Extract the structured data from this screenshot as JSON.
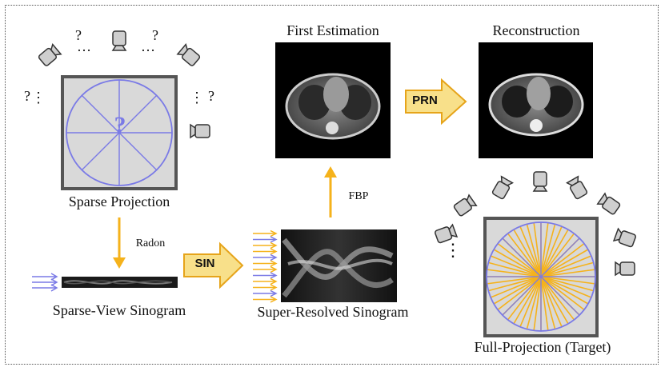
{
  "labels": {
    "sparse_projection": "Sparse Projection",
    "sparse_view_sinogram": "Sparse-View Sinogram",
    "super_resolved_sinogram": "Super-Resolved Sinogram",
    "first_estimation": "First Estimation",
    "reconstruction": "Reconstruction",
    "full_projection": "Full-Projection (Target)",
    "radon": "Radon",
    "fbp": "FBP",
    "sin": "SIN",
    "prn": "PRN"
  },
  "unknown_marks": {
    "question": "?",
    "ellipsis": "…",
    "center_question": "?",
    "dots": "⋮"
  },
  "icons": [
    "camera-icon",
    "arrow-icon",
    "ct-scan-image",
    "sinogram-image"
  ],
  "colors": {
    "projection_lines": "#7a7ae6",
    "full_rays": "#f5b21b",
    "arrow_fill": "#f8e08a",
    "arrow_stroke": "#e6a41a",
    "panel_fill": "#d9d9d9",
    "panel_border": "#555555",
    "camera_fill": "#c8c8c8"
  }
}
